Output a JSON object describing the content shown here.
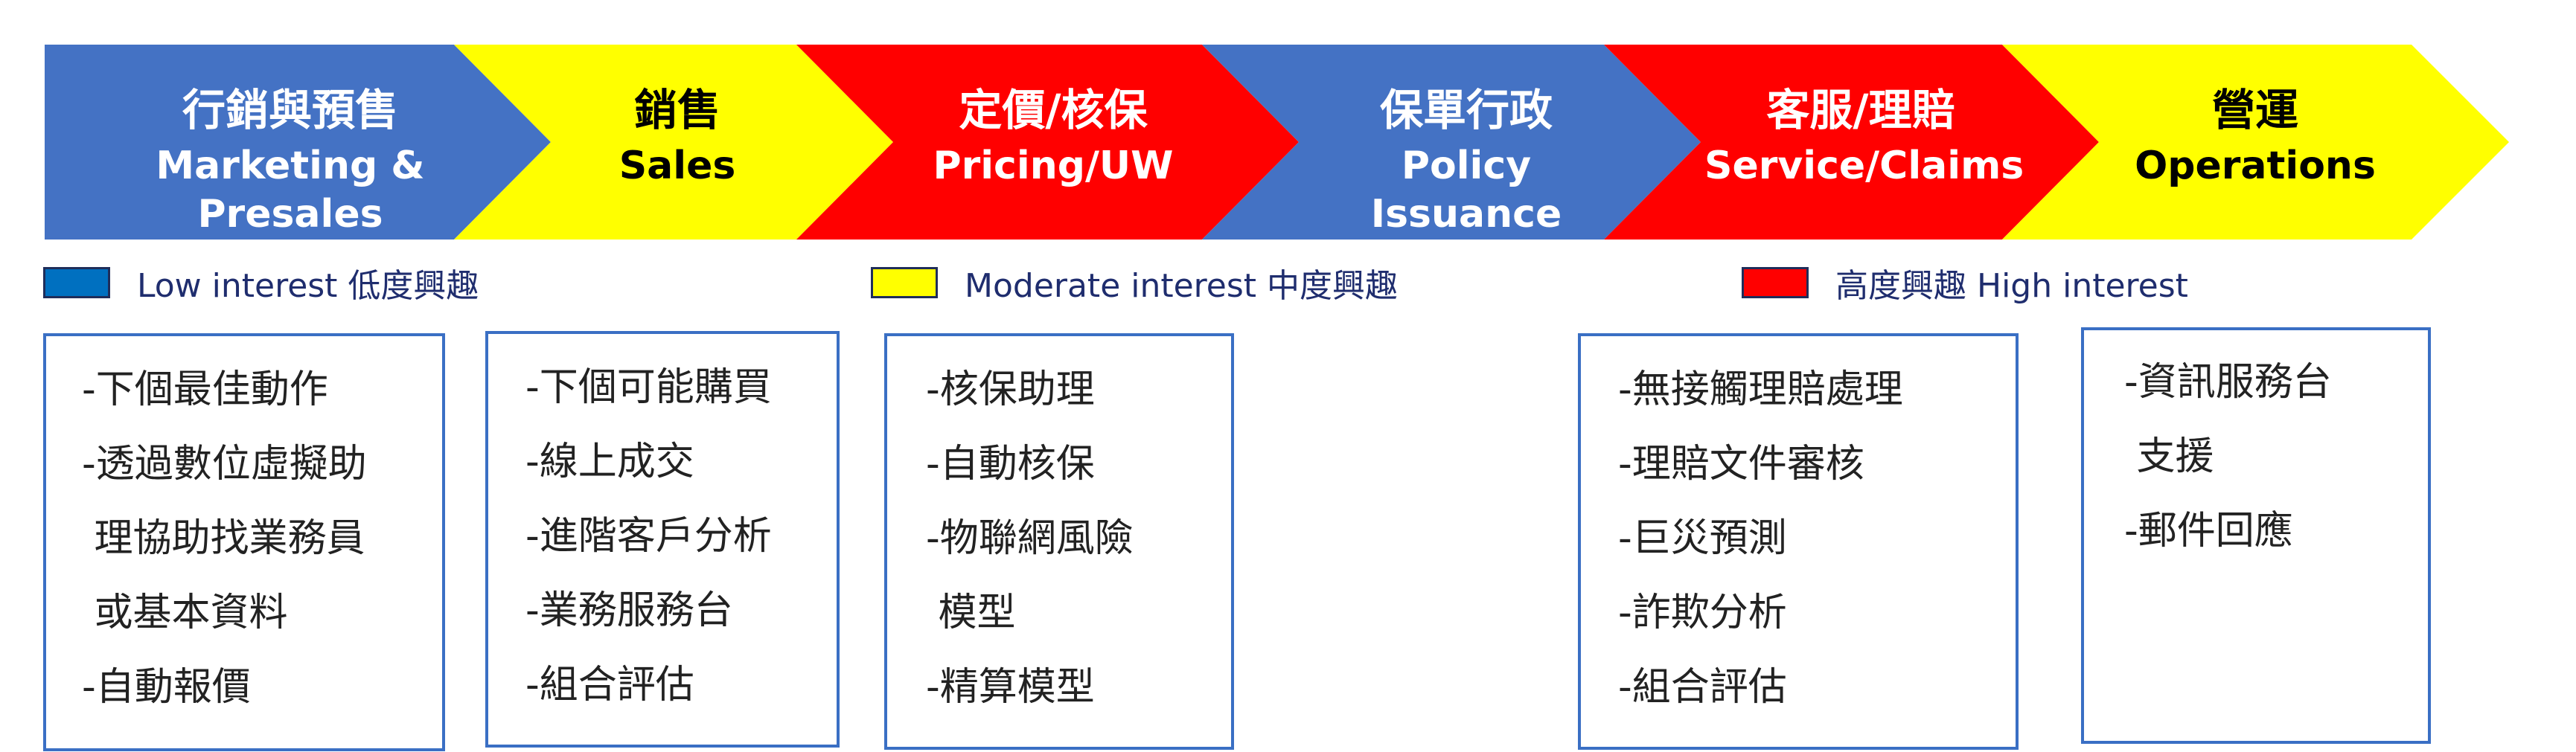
{
  "stages": [
    {
      "zh": "行銷與預售",
      "en": "Marketing & Presales",
      "color": "#4472c4",
      "text_color": "#ffffff"
    },
    {
      "zh": "銷售",
      "en": "Sales",
      "color": "#ffff00",
      "text_color": "#000000"
    },
    {
      "zh": "定價/核保",
      "en": "Pricing/UW",
      "color": "#ff0000",
      "text_color": "#ffffff"
    },
    {
      "zh": "保單行政",
      "en": "Policy Issuance",
      "color": "#4472c4",
      "text_color": "#ffffff"
    },
    {
      "zh": "客服/理賠",
      "en": "Service/Claims",
      "color": "#ff0000",
      "text_color": "#ffffff"
    },
    {
      "zh": "營運",
      "en": "Operations",
      "color": "#ffff00",
      "text_color": "#000000"
    }
  ],
  "legend": [
    {
      "label": "Low interest 低度興趣",
      "color": "#0070c0"
    },
    {
      "label": "Moderate interest 中度興趣",
      "color": "#ffff00"
    },
    {
      "label": "高度興趣  High interest",
      "color": "#ff0000"
    }
  ],
  "boxes": [
    {
      "items": [
        "-下個最佳動作",
        "-透過數位虛擬助",
        " 理協助找業務員",
        " 或基本資料",
        "-自動報價"
      ]
    },
    {
      "items": [
        "-下個可能購買",
        "-線上成交",
        "-進階客戶分析",
        "-業務服務台",
        "-組合評估"
      ]
    },
    {
      "items": [
        "-核保助理",
        "-自動核保",
        "-物聯網風險",
        " 模型",
        "-精算模型"
      ]
    },
    {
      "items": [
        "-無接觸理賠處理",
        "-理賠文件審核",
        "-巨災預測",
        "-詐欺分析",
        "-組合評估"
      ]
    },
    {
      "items": [
        "-資訊服務台",
        " 支援",
        "-郵件回應"
      ]
    }
  ]
}
